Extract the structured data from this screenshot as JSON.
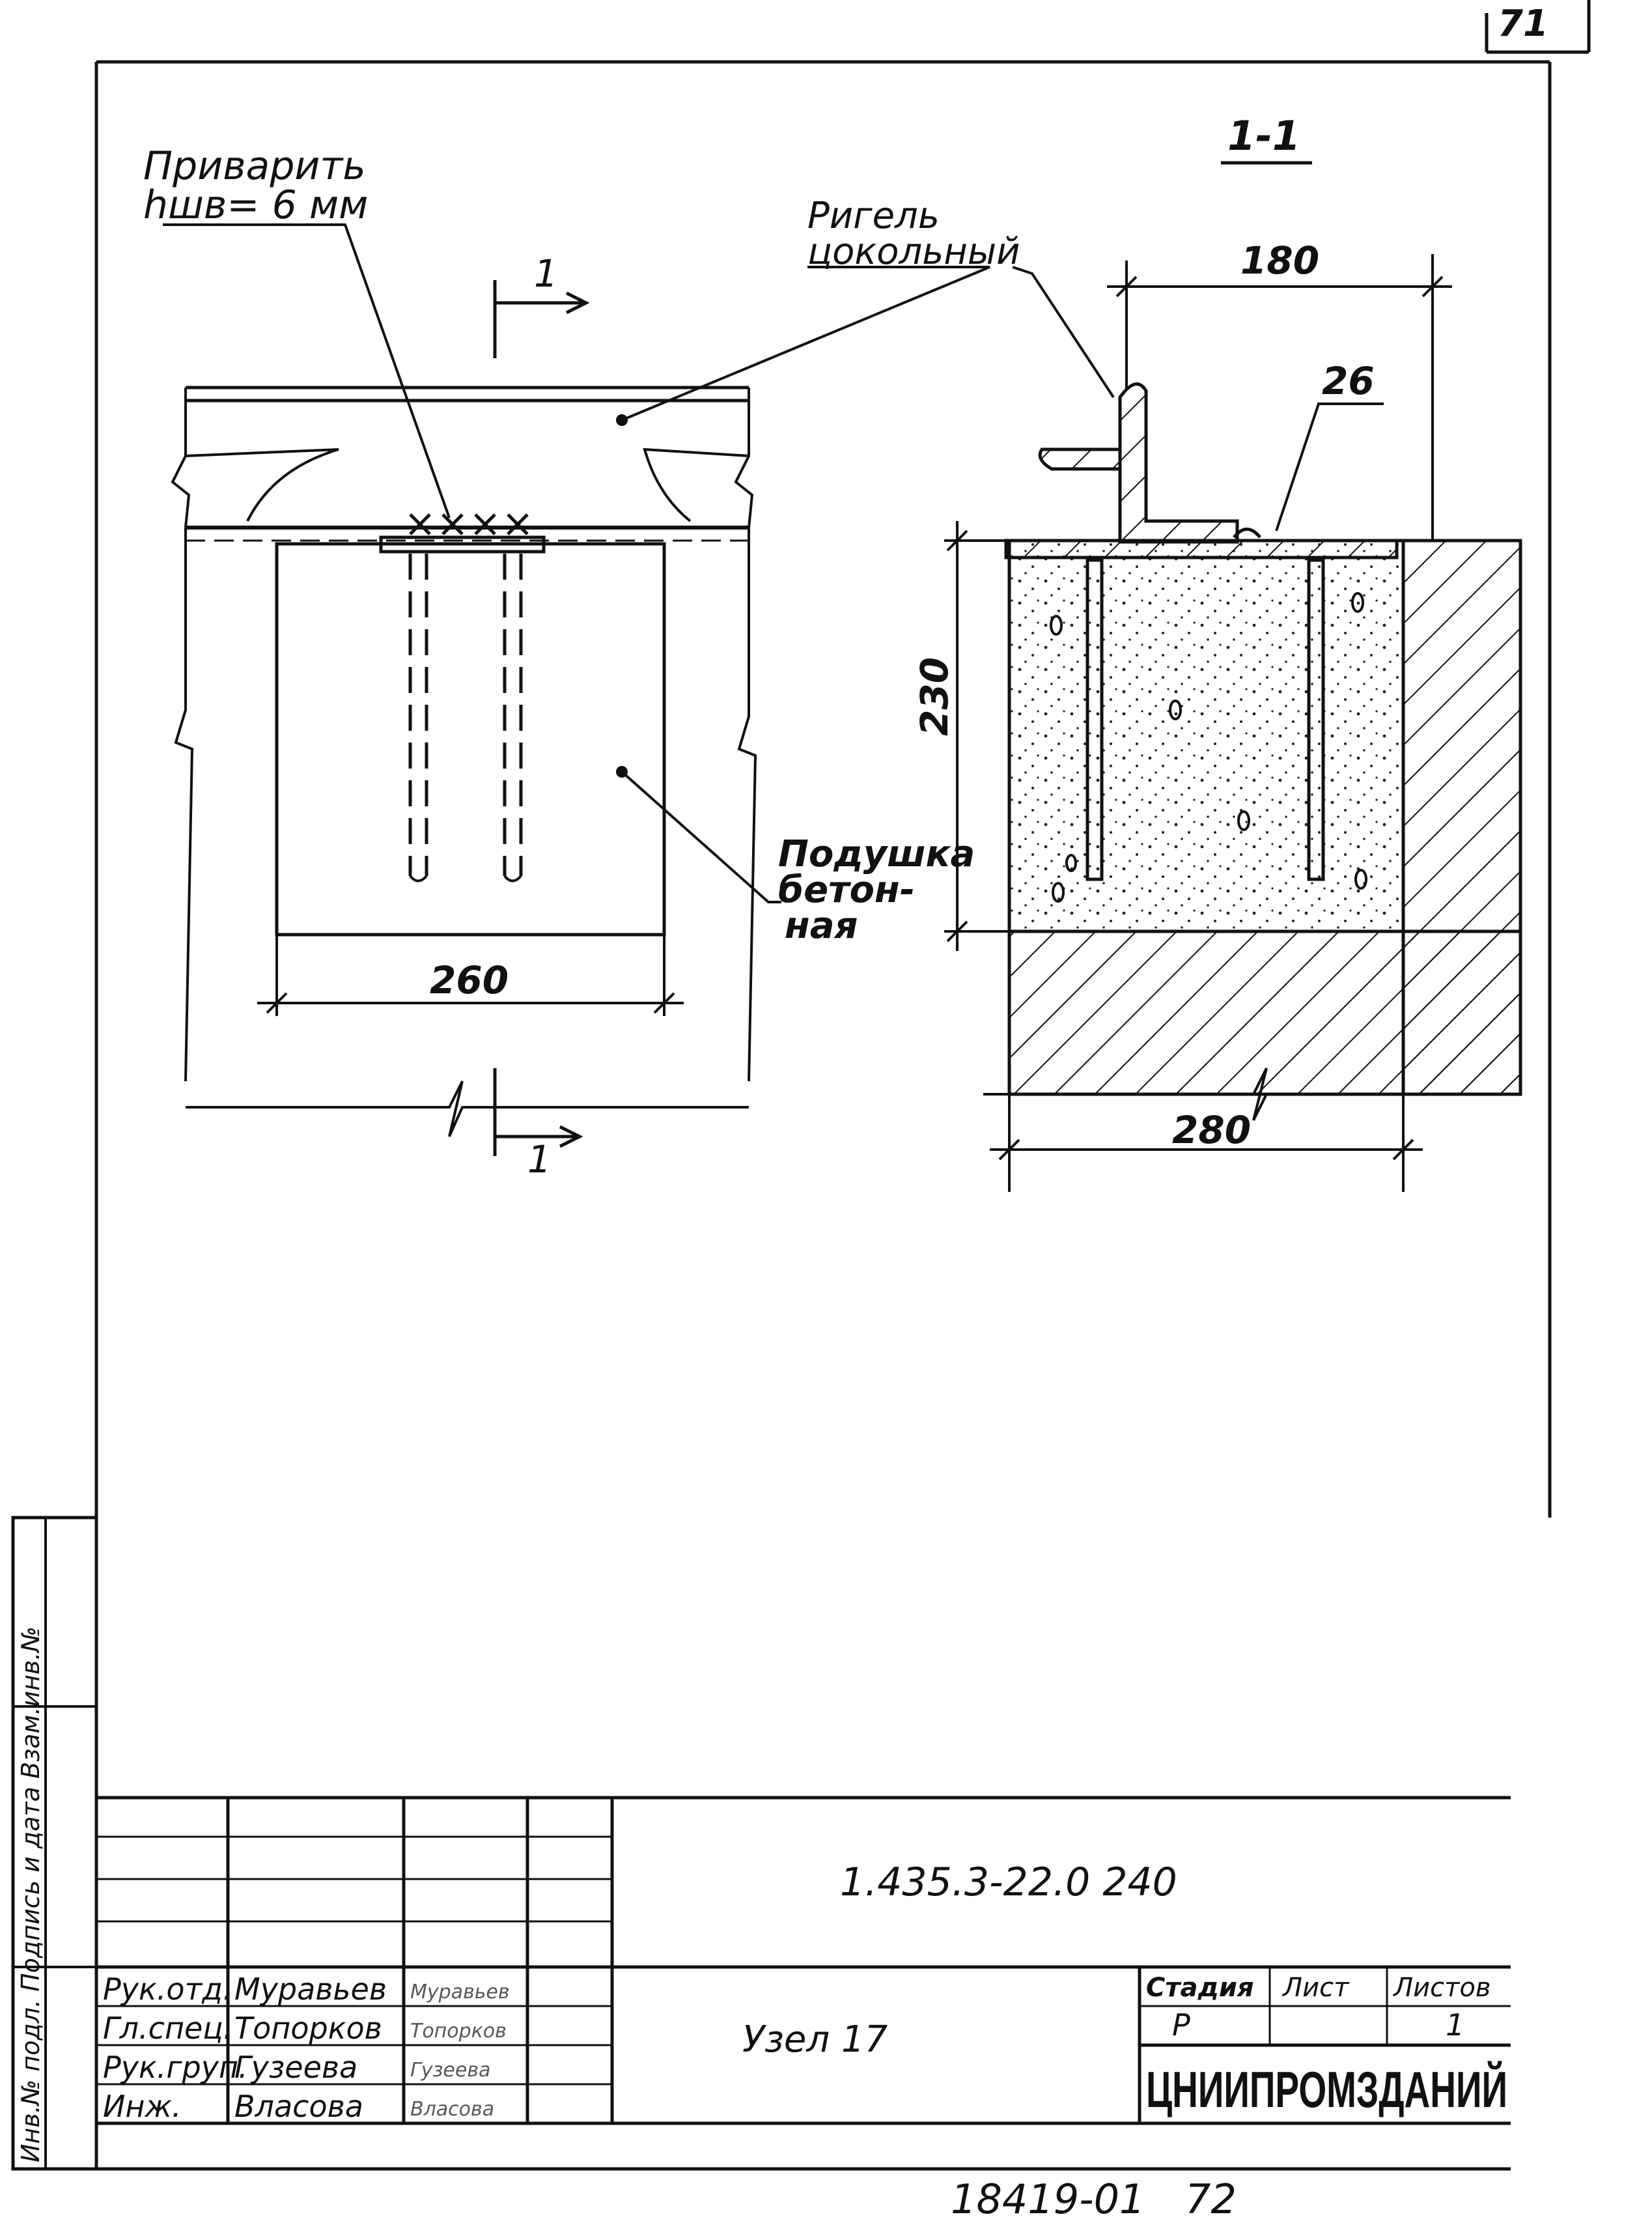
{
  "sheet": {
    "page_number": "71",
    "inventory_number": "18419-01",
    "copy_number": "72"
  },
  "left_view": {
    "weld_note_line1": "Приварить",
    "weld_note_line2": "hшв= 6 мм",
    "girder_label_line1": "Ригель",
    "girder_label_line2": "цокольный",
    "cut_mark_top": "1",
    "cut_mark_bottom": "1",
    "pad_label_line1": "Подушка",
    "pad_label_line2": "бетон-",
    "pad_label_line3": "ная",
    "dim_width": "260"
  },
  "section_view": {
    "title": "1-1",
    "dim_flange": "180",
    "weld_size": "26",
    "dim_height": "230",
    "dim_width": "280"
  },
  "title_block": {
    "doc_code": "1.435.3-22.0 240",
    "drawing_name": "Узел 17",
    "stage_header": "Стадия",
    "sheet_header": "Лист",
    "sheets_header": "Листов",
    "stage_value": "Р",
    "sheets_value": "1",
    "organization": "ЦНИИПРОМЗДАНИЙ",
    "signatures": [
      {
        "role": "Рук.отд.",
        "name": "Муравьев",
        "sign": "Муравьев"
      },
      {
        "role": "Гл.спец.",
        "name": "Топорков",
        "sign": "Топорков"
      },
      {
        "role": "Рук.груп.",
        "name": "Гузеева",
        "sign": "Гузеева"
      },
      {
        "role": "Инж.",
        "name": "Власова",
        "sign": "Власова"
      }
    ]
  },
  "side_stamp": "Инв.№ подл.  Подпись и дата  Взам.инв.№"
}
